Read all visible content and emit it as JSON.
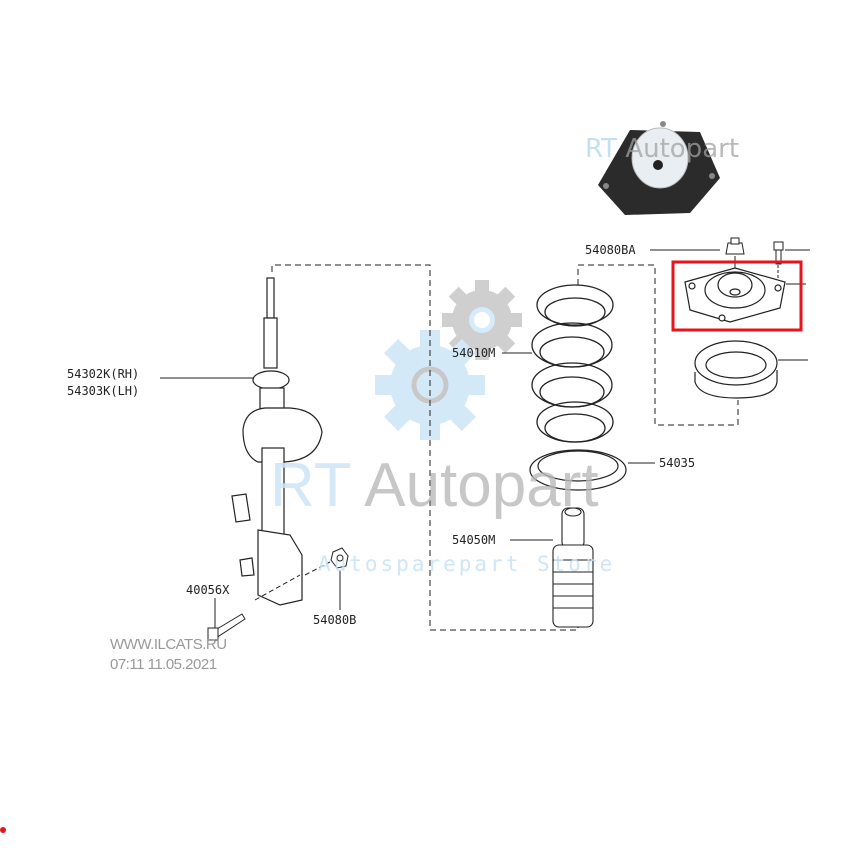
{
  "callouts": {
    "strut_rh": "54302K(RH)",
    "strut_lh": "54303K(LH)",
    "spring": "54010M",
    "nut_top": "54080BA",
    "spring_seat": "54035",
    "bump_stop": "54050M",
    "bolt": "40056X",
    "nut_lower": "54080B"
  },
  "watermark": {
    "brand_rt": "RT",
    "brand_name": "Autopart",
    "tagline": "Autosparepart Store",
    "photo_brand_rt": "RT",
    "photo_brand_name": "Autopart"
  },
  "source": {
    "site": "WWW.ILCATS.RU",
    "timestamp": "07:11 11.05.2021"
  },
  "colors": {
    "highlight": "#e8141c",
    "watermark_blue": "#cfe6f6",
    "watermark_gray": "#c8c8c8"
  }
}
